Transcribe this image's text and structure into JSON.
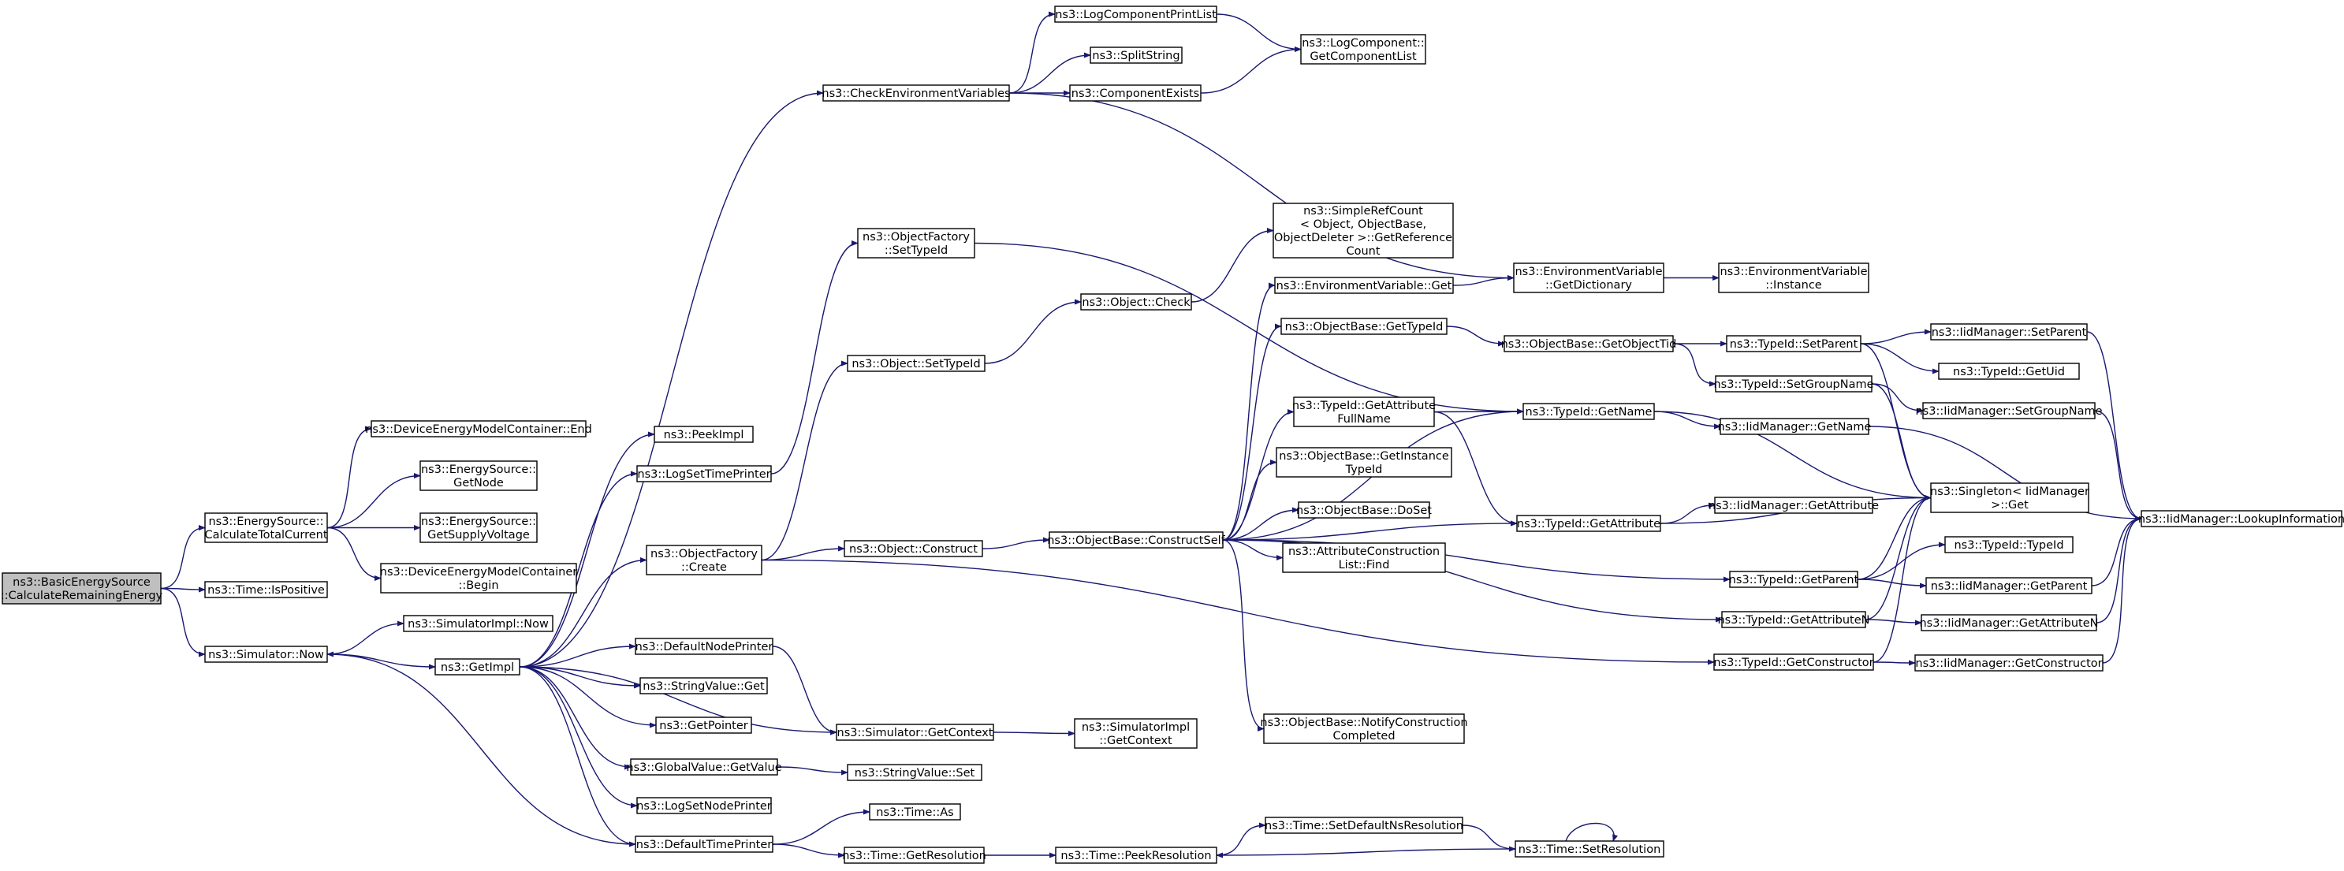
{
  "colors": {
    "edge": "#191970",
    "node_border": "#000000",
    "root_fill": "#bfbfbf",
    "node_fill": "#ffffff"
  },
  "nodes": [
    {
      "id": "root",
      "lines": [
        "ns3::BasicEnergySource",
        "::CalculateRemainingEnergy"
      ]
    },
    {
      "id": "calc_total",
      "lines": [
        "ns3::EnergySource::",
        "CalculateTotalCurrent"
      ]
    },
    {
      "id": "time_ispos",
      "lines": [
        "ns3::Time::IsPositive"
      ]
    },
    {
      "id": "sim_now",
      "lines": [
        "ns3::Simulator::Now"
      ]
    },
    {
      "id": "demc_end",
      "lines": [
        "ns3::DeviceEnergyModelContainer::End"
      ]
    },
    {
      "id": "es_getnode",
      "lines": [
        "ns3::EnergySource::",
        "GetNode"
      ]
    },
    {
      "id": "es_supply",
      "lines": [
        "ns3::EnergySource::",
        "GetSupplyVoltage"
      ]
    },
    {
      "id": "demc_begin",
      "lines": [
        "ns3::DeviceEnergyModelContainer",
        "::Begin"
      ]
    },
    {
      "id": "simimpl_now",
      "lines": [
        "ns3::SimulatorImpl::Now"
      ]
    },
    {
      "id": "getimpl",
      "lines": [
        "ns3::GetImpl"
      ]
    },
    {
      "id": "peekimpl",
      "lines": [
        "ns3::PeekImpl"
      ]
    },
    {
      "id": "logsettime",
      "lines": [
        "ns3::LogSetTimePrinter"
      ]
    },
    {
      "id": "objfac_create",
      "lines": [
        "ns3::ObjectFactory",
        "::Create"
      ]
    },
    {
      "id": "defnodeprinter",
      "lines": [
        "ns3::DefaultNodePrinter"
      ]
    },
    {
      "id": "strval_get",
      "lines": [
        "ns3::StringValue::Get"
      ]
    },
    {
      "id": "getpointer",
      "lines": [
        "ns3::GetPointer"
      ]
    },
    {
      "id": "globval_get",
      "lines": [
        "ns3::GlobalValue::GetValue"
      ]
    },
    {
      "id": "logsetnode",
      "lines": [
        "ns3::LogSetNodePrinter"
      ]
    },
    {
      "id": "deftimeprinter",
      "lines": [
        "ns3::DefaultTimePrinter"
      ]
    },
    {
      "id": "checkenv",
      "lines": [
        "ns3::CheckEnvironmentVariables"
      ]
    },
    {
      "id": "objfac_settype",
      "lines": [
        "ns3::ObjectFactory",
        "::SetTypeId"
      ]
    },
    {
      "id": "obj_settype",
      "lines": [
        "ns3::Object::SetTypeId"
      ]
    },
    {
      "id": "obj_construct",
      "lines": [
        "ns3::Object::Construct"
      ]
    },
    {
      "id": "sim_getctx",
      "lines": [
        "ns3::Simulator::GetContext"
      ]
    },
    {
      "id": "strval_set",
      "lines": [
        "ns3::StringValue::Set"
      ]
    },
    {
      "id": "time_as",
      "lines": [
        "ns3::Time::As"
      ]
    },
    {
      "id": "time_getres",
      "lines": [
        "ns3::Time::GetResolution"
      ]
    },
    {
      "id": "logcompprint",
      "lines": [
        "ns3::LogComponentPrintList"
      ]
    },
    {
      "id": "splitstring",
      "lines": [
        "ns3::SplitString"
      ]
    },
    {
      "id": "compexists",
      "lines": [
        "ns3::ComponentExists"
      ]
    },
    {
      "id": "obj_check",
      "lines": [
        "ns3::Object::Check"
      ]
    },
    {
      "id": "objbase_cself",
      "lines": [
        "ns3::ObjectBase::ConstructSelf"
      ]
    },
    {
      "id": "simimpl_ctx",
      "lines": [
        "ns3::SimulatorImpl",
        "::GetContext"
      ]
    },
    {
      "id": "time_peekres",
      "lines": [
        "ns3::Time::PeekResolution"
      ]
    },
    {
      "id": "logcomp_getlist",
      "lines": [
        "ns3::LogComponent::",
        "GetComponentList"
      ]
    },
    {
      "id": "simplerefcount",
      "lines": [
        "ns3::SimpleRefCount",
        "< Object, ObjectBase,",
        "ObjectDeleter >::GetReference",
        "Count"
      ]
    },
    {
      "id": "envvar_get",
      "lines": [
        "ns3::EnvironmentVariable::Get"
      ]
    },
    {
      "id": "objbase_gettypeid",
      "lines": [
        "ns3::ObjectBase::GetTypeId"
      ]
    },
    {
      "id": "typeid_getattrfull",
      "lines": [
        "ns3::TypeId::GetAttribute",
        "FullName"
      ]
    },
    {
      "id": "objbase_getinst",
      "lines": [
        "ns3::ObjectBase::GetInstance",
        "TypeId"
      ]
    },
    {
      "id": "objbase_doset",
      "lines": [
        "ns3::ObjectBase::DoSet"
      ]
    },
    {
      "id": "attrconstr_find",
      "lines": [
        "ns3::AttributeConstruction",
        "List::Find"
      ]
    },
    {
      "id": "objbase_notify",
      "lines": [
        "ns3::ObjectBase::NotifyConstruction",
        "Completed"
      ]
    },
    {
      "id": "time_setdefns",
      "lines": [
        "ns3::Time::SetDefaultNsResolution"
      ]
    },
    {
      "id": "envvar_getdict",
      "lines": [
        "ns3::EnvironmentVariable",
        "::GetDictionary"
      ]
    },
    {
      "id": "objbase_getobjtid",
      "lines": [
        "ns3::ObjectBase::GetObjectTid"
      ]
    },
    {
      "id": "typeid_getname",
      "lines": [
        "ns3::TypeId::GetName"
      ]
    },
    {
      "id": "typeid_getattr",
      "lines": [
        "ns3::TypeId::GetAttribute"
      ]
    },
    {
      "id": "time_setres",
      "lines": [
        "ns3::Time::SetResolution"
      ]
    },
    {
      "id": "envvar_instance",
      "lines": [
        "ns3::EnvironmentVariable",
        "::Instance"
      ]
    },
    {
      "id": "typeid_setparent",
      "lines": [
        "ns3::TypeId::SetParent"
      ]
    },
    {
      "id": "typeid_setgroup",
      "lines": [
        "ns3::TypeId::SetGroupName"
      ]
    },
    {
      "id": "iid_getname",
      "lines": [
        "ns3::IidManager::GetName"
      ]
    },
    {
      "id": "iid_getattr",
      "lines": [
        "ns3::IidManager::GetAttribute"
      ]
    },
    {
      "id": "typeid_getparent",
      "lines": [
        "ns3::TypeId::GetParent"
      ]
    },
    {
      "id": "typeid_getattrn",
      "lines": [
        "ns3::TypeId::GetAttributeN"
      ]
    },
    {
      "id": "typeid_getconstr",
      "lines": [
        "ns3::TypeId::GetConstructor"
      ]
    },
    {
      "id": "iid_setparent",
      "lines": [
        "ns3::IidManager::SetParent"
      ]
    },
    {
      "id": "typeid_getuid",
      "lines": [
        "ns3::TypeId::GetUid"
      ]
    },
    {
      "id": "iid_setgroup",
      "lines": [
        "ns3::IidManager::SetGroupName"
      ]
    },
    {
      "id": "singleton",
      "lines": [
        "ns3::Singleton< IidManager",
        ">::Get"
      ]
    },
    {
      "id": "typeid_typeid",
      "lines": [
        "ns3::TypeId::TypeId"
      ]
    },
    {
      "id": "iid_getparent",
      "lines": [
        "ns3::IidManager::GetParent"
      ]
    },
    {
      "id": "iid_getattrn",
      "lines": [
        "ns3::IidManager::GetAttributeN"
      ]
    },
    {
      "id": "iid_getconstr",
      "lines": [
        "ns3::IidManager::GetConstructor"
      ]
    },
    {
      "id": "iid_lookup",
      "lines": [
        "ns3::IidManager::LookupInformation"
      ]
    }
  ],
  "edges": [
    [
      "root",
      "calc_total"
    ],
    [
      "root",
      "time_ispos"
    ],
    [
      "root",
      "sim_now"
    ],
    [
      "calc_total",
      "demc_end"
    ],
    [
      "calc_total",
      "es_getnode"
    ],
    [
      "calc_total",
      "es_supply"
    ],
    [
      "calc_total",
      "demc_begin"
    ],
    [
      "sim_now",
      "simimpl_now"
    ],
    [
      "sim_now",
      "getimpl"
    ],
    [
      "getimpl",
      "peekimpl"
    ],
    [
      "getimpl",
      "logsettime"
    ],
    [
      "getimpl",
      "objfac_create"
    ],
    [
      "getimpl",
      "defnodeprinter"
    ],
    [
      "getimpl",
      "strval_get"
    ],
    [
      "getimpl",
      "getpointer"
    ],
    [
      "getimpl",
      "globval_get"
    ],
    [
      "getimpl",
      "logsetnode"
    ],
    [
      "getimpl",
      "deftimeprinter"
    ],
    [
      "getimpl",
      "checkenv"
    ],
    [
      "getimpl",
      "sim_getctx"
    ],
    [
      "logsettime",
      "objfac_settype"
    ],
    [
      "objfac_create",
      "obj_settype"
    ],
    [
      "objfac_create",
      "obj_construct"
    ],
    [
      "objfac_create",
      "typeid_getconstr"
    ],
    [
      "defnodeprinter",
      "sim_getctx"
    ],
    [
      "globval_get",
      "strval_set"
    ],
    [
      "deftimeprinter",
      "sim_now"
    ],
    [
      "deftimeprinter",
      "time_as"
    ],
    [
      "deftimeprinter",
      "time_getres"
    ],
    [
      "checkenv",
      "logcompprint"
    ],
    [
      "checkenv",
      "splitstring"
    ],
    [
      "checkenv",
      "compexists"
    ],
    [
      "checkenv",
      "envvar_getdict"
    ],
    [
      "logcompprint",
      "logcomp_getlist"
    ],
    [
      "compexists",
      "logcomp_getlist"
    ],
    [
      "objfac_settype",
      "typeid_getname"
    ],
    [
      "obj_settype",
      "obj_check"
    ],
    [
      "obj_check",
      "simplerefcount"
    ],
    [
      "obj_construct",
      "objbase_cself"
    ],
    [
      "objbase_cself",
      "envvar_get"
    ],
    [
      "objbase_cself",
      "objbase_gettypeid"
    ],
    [
      "objbase_cself",
      "typeid_getname"
    ],
    [
      "objbase_cself",
      "typeid_getattrfull"
    ],
    [
      "objbase_cself",
      "objbase_getinst"
    ],
    [
      "objbase_cself",
      "objbase_doset"
    ],
    [
      "objbase_cself",
      "attrconstr_find"
    ],
    [
      "objbase_cself",
      "objbase_notify"
    ],
    [
      "objbase_cself",
      "typeid_getattr"
    ],
    [
      "objbase_cself",
      "typeid_getparent"
    ],
    [
      "objbase_cself",
      "typeid_getattrn"
    ],
    [
      "sim_getctx",
      "simimpl_ctx"
    ],
    [
      "time_getres",
      "time_peekres"
    ],
    [
      "time_peekres",
      "time_setdefns"
    ],
    [
      "time_setdefns",
      "time_setres"
    ],
    [
      "time_setres",
      "time_peekres"
    ],
    [
      "time_setres",
      "time_setres"
    ],
    [
      "envvar_get",
      "envvar_getdict"
    ],
    [
      "envvar_getdict",
      "envvar_instance"
    ],
    [
      "objbase_gettypeid",
      "objbase_getobjtid"
    ],
    [
      "objbase_getobjtid",
      "typeid_setparent"
    ],
    [
      "objbase_getobjtid",
      "typeid_setgroup"
    ],
    [
      "typeid_getattrfull",
      "typeid_getname"
    ],
    [
      "typeid_getattrfull",
      "typeid_getattr"
    ],
    [
      "typeid_getname",
      "iid_getname"
    ],
    [
      "typeid_getname",
      "singleton"
    ],
    [
      "typeid_getattr",
      "iid_getattr"
    ],
    [
      "typeid_getattr",
      "singleton"
    ],
    [
      "typeid_setparent",
      "iid_setparent"
    ],
    [
      "typeid_setparent",
      "typeid_getuid"
    ],
    [
      "typeid_setparent",
      "singleton"
    ],
    [
      "typeid_setgroup",
      "iid_setgroup"
    ],
    [
      "typeid_setgroup",
      "singleton"
    ],
    [
      "typeid_getparent",
      "typeid_typeid"
    ],
    [
      "typeid_getparent",
      "iid_getparent"
    ],
    [
      "typeid_getparent",
      "singleton"
    ],
    [
      "typeid_getattrn",
      "iid_getattrn"
    ],
    [
      "typeid_getattrn",
      "singleton"
    ],
    [
      "typeid_getconstr",
      "iid_getconstr"
    ],
    [
      "typeid_getconstr",
      "singleton"
    ],
    [
      "iid_setparent",
      "iid_lookup"
    ],
    [
      "iid_setgroup",
      "iid_lookup"
    ],
    [
      "iid_getname",
      "iid_lookup"
    ],
    [
      "iid_getparent",
      "iid_lookup"
    ],
    [
      "iid_getattrn",
      "iid_lookup"
    ],
    [
      "iid_getconstr",
      "iid_lookup"
    ]
  ]
}
